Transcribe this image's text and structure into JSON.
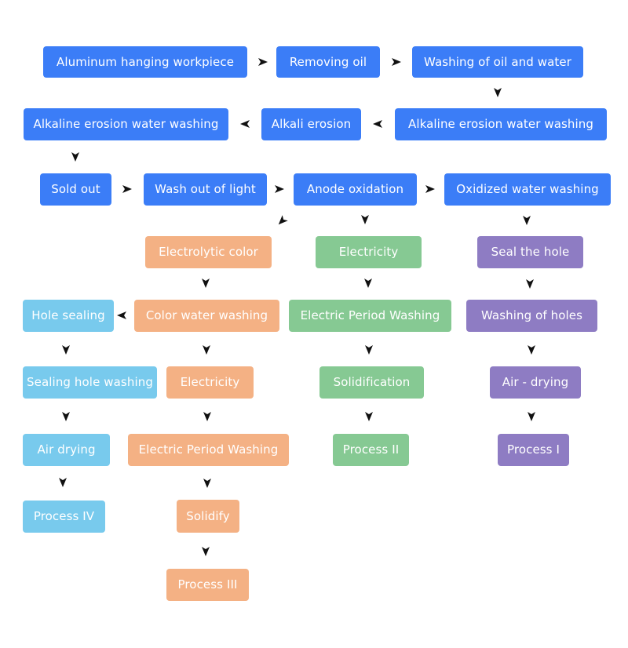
{
  "colors": {
    "blue": "#3b7df7",
    "orange": "#f4b184",
    "green": "#86c993",
    "purple": "#8e7cc3",
    "cyan": "#78caed",
    "arrow": "#111111"
  },
  "nodes": {
    "aluminum_hanging_workpiece": "Aluminum hanging workpiece",
    "removing_oil": "Removing oil",
    "washing_of_oil_and_water": "Washing of oil and water",
    "alkaline_erosion_water_washing_right": "Alkaline erosion water washing",
    "alkali_erosion": "Alkali erosion",
    "alkaline_erosion_water_washing_left": "Alkaline erosion water washing",
    "sold_out": "Sold out",
    "wash_out_of_light": "Wash out of light",
    "anode_oxidation": "Anode oxidation",
    "oxidized_water_washing": "Oxidized water washing",
    "electrolytic_color": "Electrolytic color",
    "electricity_green": "Electricity",
    "seal_the_hole": "Seal the hole",
    "hole_sealing": "Hole sealing",
    "color_water_washing": "Color water washing",
    "electric_period_washing_green": "Electric Period Washing",
    "washing_of_holes": "Washing of holes",
    "sealing_hole_washing": "Sealing hole washing",
    "electricity_orange": "Electricity",
    "solidification": "Solidification",
    "air_dash_drying": "Air - drying",
    "air_drying": "Air drying",
    "electric_period_washing_orange": "Electric Period Washing",
    "process_ii": "Process II",
    "process_i": "Process I",
    "process_iv": "Process IV",
    "solidify": "Solidify",
    "process_iii": "Process III"
  }
}
